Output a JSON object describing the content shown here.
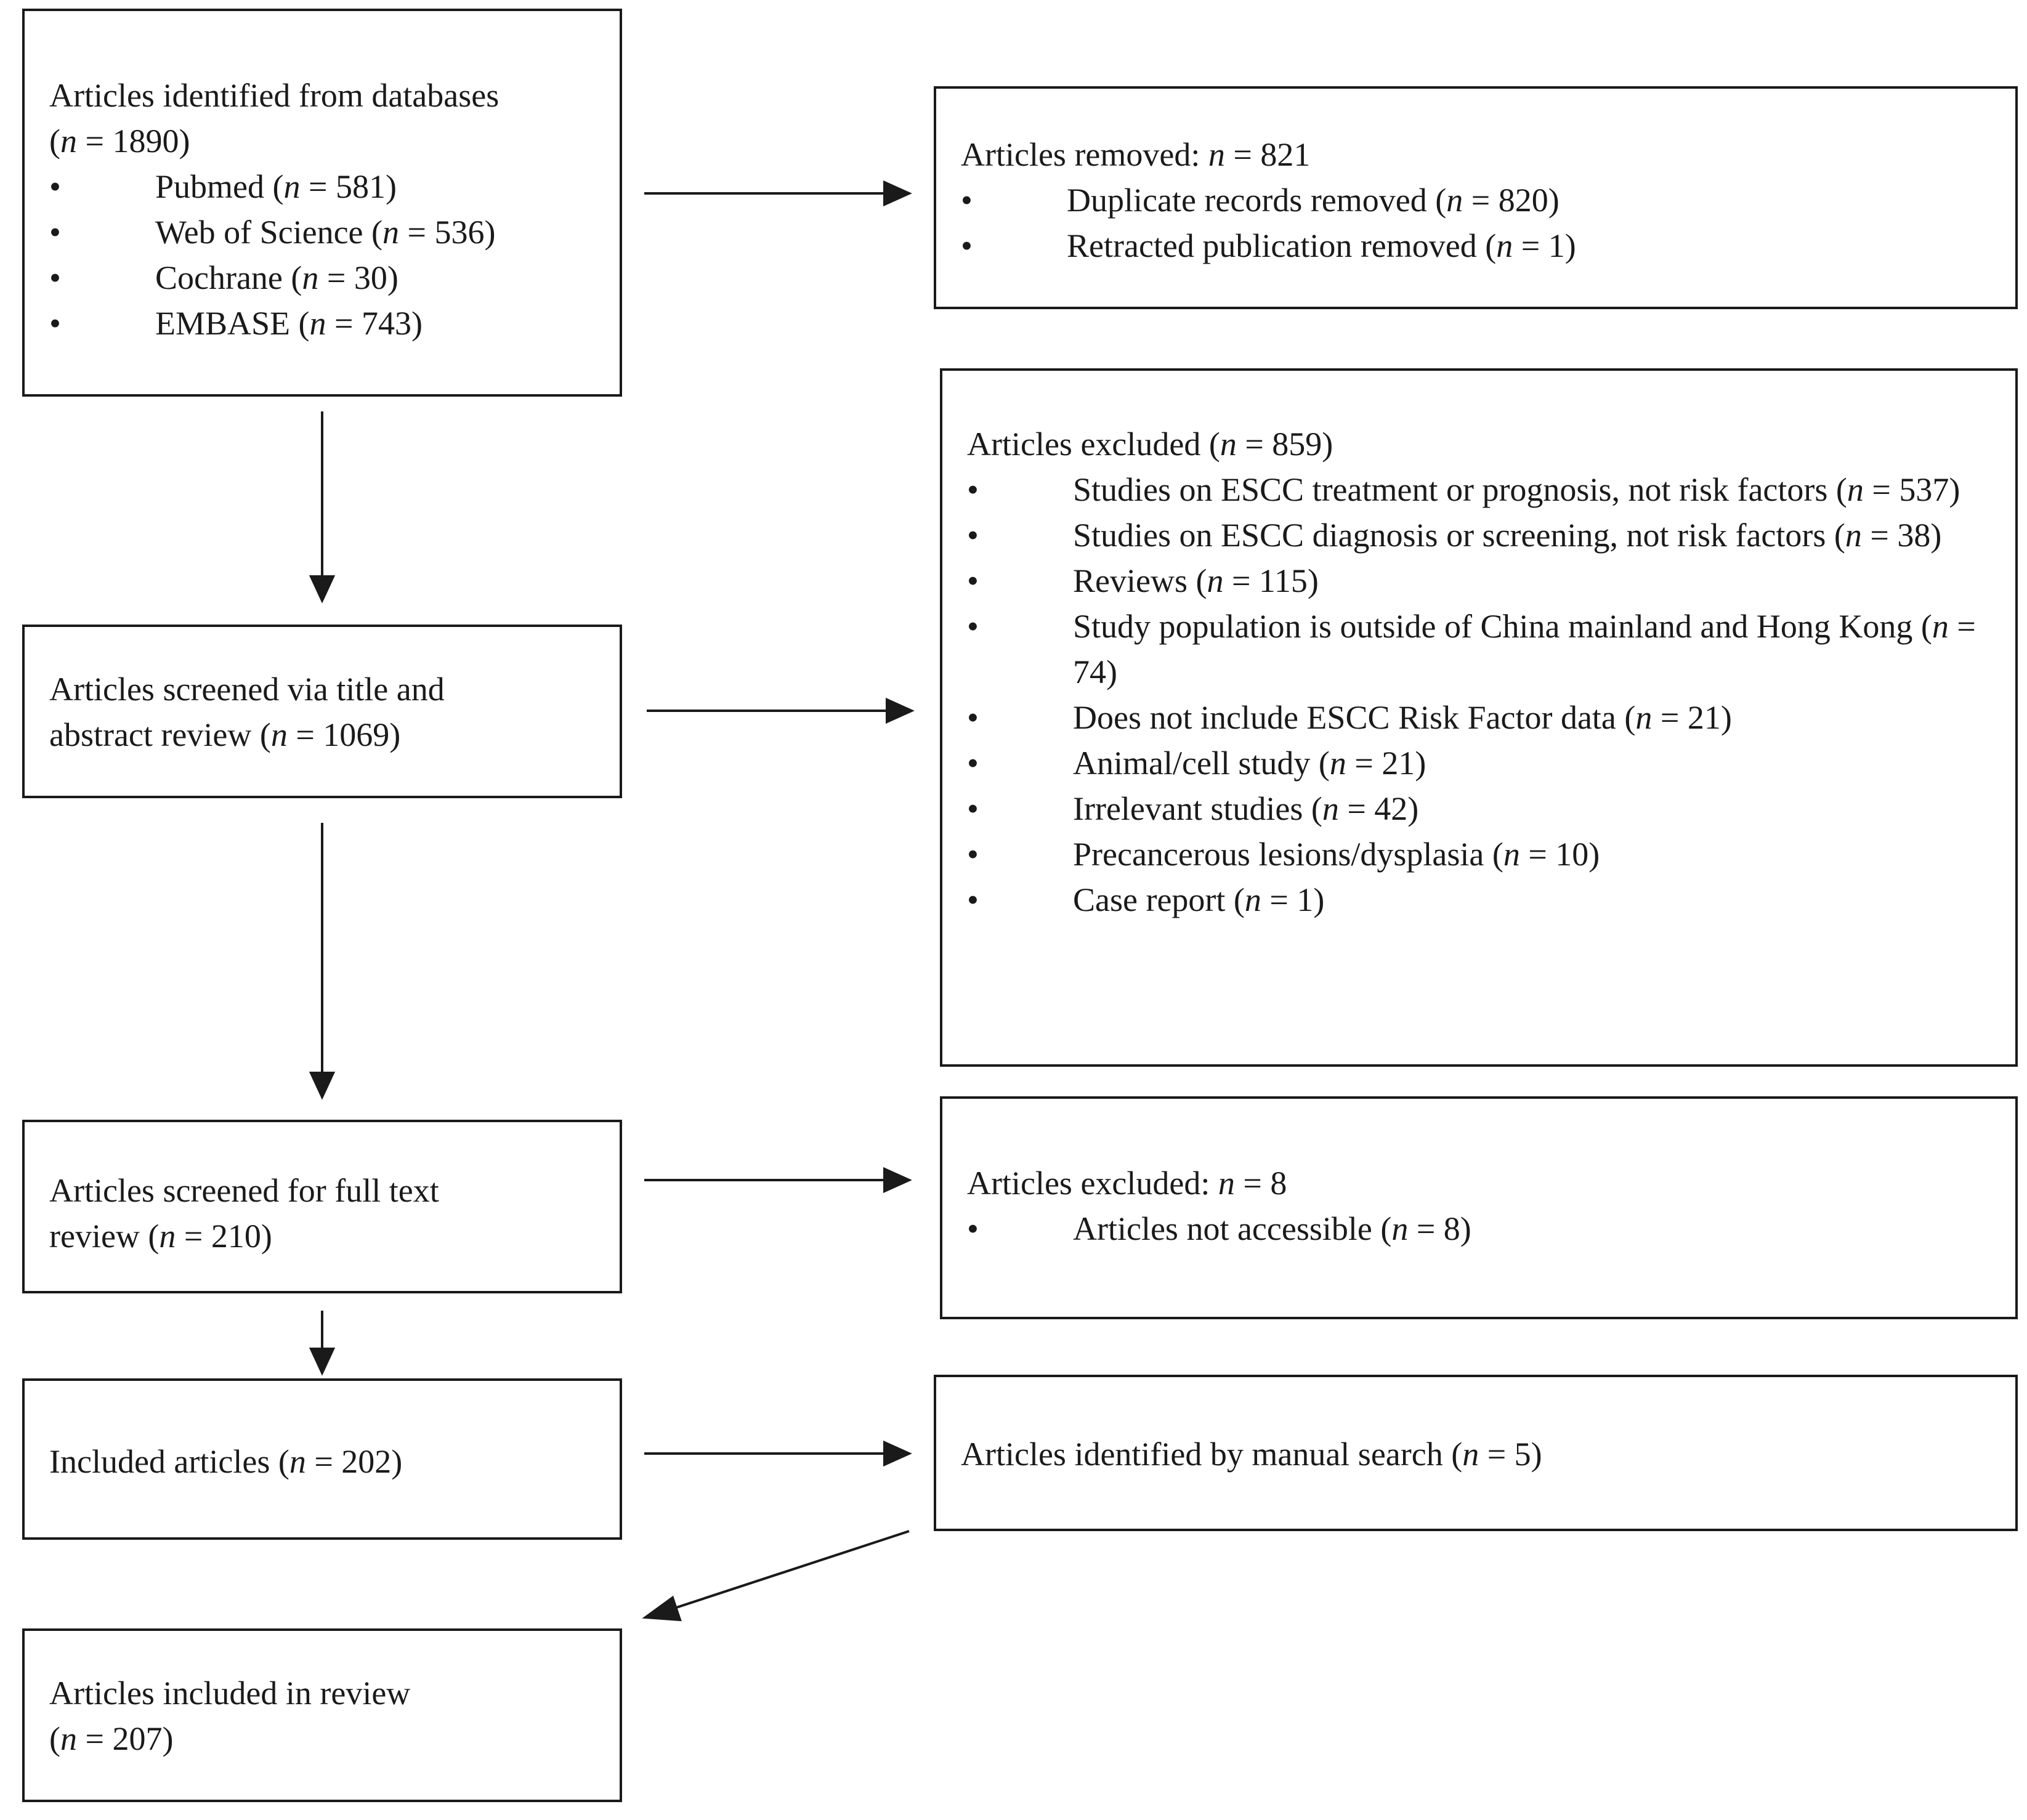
{
  "boxes": {
    "identified": {
      "heading": "Articles identified from databases",
      "count_line": "(n = 1890)",
      "items": [
        "Pubmed (n = 581)",
        "Web of Science (n = 536)",
        "Cochrane (n = 30)",
        "EMBASE (n = 743)"
      ]
    },
    "removed": {
      "heading": "Articles removed: n = 821",
      "items": [
        "Duplicate records removed (n = 820)",
        "Retracted publication removed (n = 1)"
      ]
    },
    "screened_title": {
      "line1": "Articles screened via title and",
      "line2": "abstract review (n = 1069)"
    },
    "excluded_title": {
      "heading": "Articles excluded (n = 859)",
      "items": [
        "Studies on ESCC treatment or prognosis, not risk factors (n = 537)",
        "Studies on ESCC diagnosis or screening, not risk factors (n = 38)",
        "Reviews (n = 115)",
        "Study population is outside of China mainland and Hong Kong (n = 74)",
        "Does not include ESCC Risk Factor data (n = 21)",
        "Animal/cell study (n = 21)",
        "Irrelevant studies (n = 42)",
        "Precancerous lesions/dysplasia (n = 10)",
        "Case report (n = 1)"
      ]
    },
    "fulltext": {
      "line1": "Articles screened for full text",
      "line2": "review (n = 210)"
    },
    "excluded_fulltext": {
      "heading": "Articles excluded: n = 8",
      "items": [
        "Articles not accessible (n = 8)"
      ]
    },
    "included": {
      "line1": "Included articles (n = 202)"
    },
    "manual": {
      "line1": "Articles identified by manual search (n = 5)"
    },
    "final": {
      "line1": "Articles included in review",
      "line2": "(n = 207)"
    }
  },
  "colors": {
    "stroke": "#1a1a1a",
    "background": "#ffffff"
  }
}
